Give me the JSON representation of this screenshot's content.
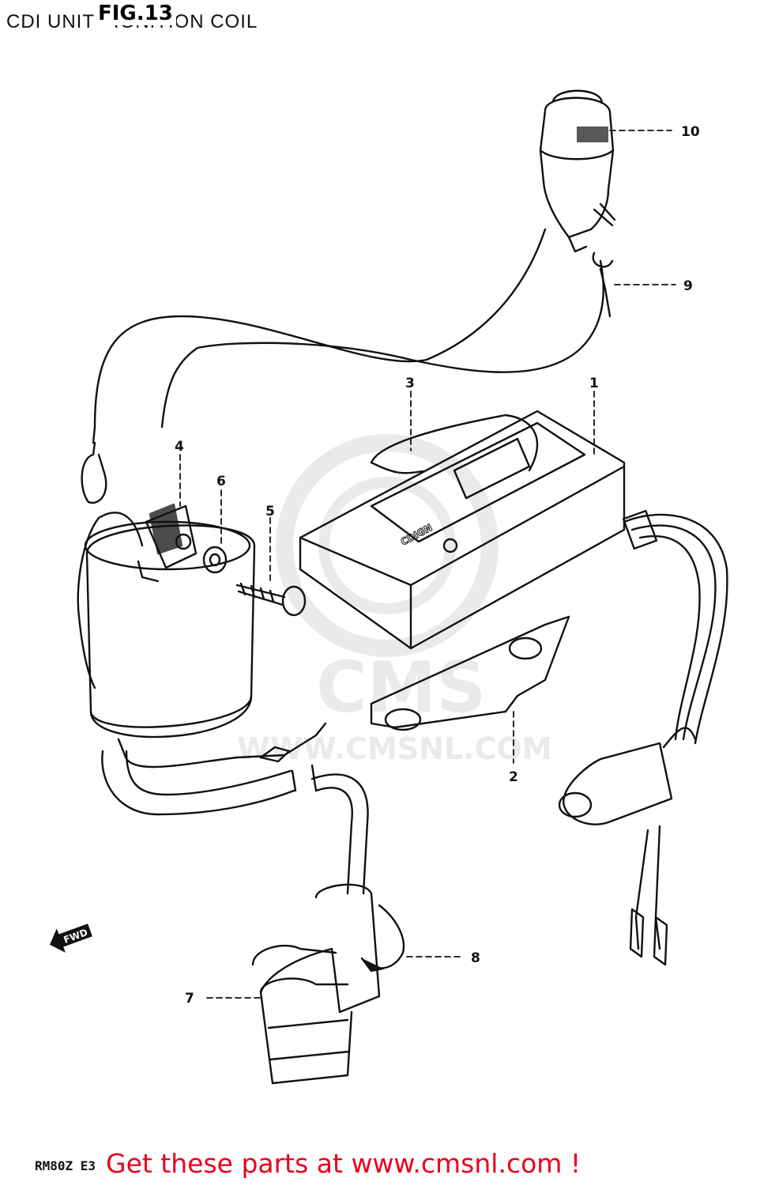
{
  "header": {
    "title": "CDI UNIT - IGNITION COIL",
    "fig_label": "FIG.13"
  },
  "model_code": "RM80Z E3",
  "call_to_action": "Get these parts at www.cmsnl.com !",
  "watermark": {
    "brand": "CMS",
    "url": "WWW.CMSNL.COM"
  },
  "direction_marker": "FWD",
  "cdi_label": "CDIGN",
  "callouts": [
    {
      "number": "1"
    },
    {
      "number": "2"
    },
    {
      "number": "3"
    },
    {
      "number": "4"
    },
    {
      "number": "5"
    },
    {
      "number": "6"
    },
    {
      "number": "7"
    },
    {
      "number": "8"
    },
    {
      "number": "9"
    },
    {
      "number": "10"
    }
  ],
  "colors": {
    "cta": "#e8001c",
    "line": "#111111",
    "watermark": "#d9d9d9"
  }
}
